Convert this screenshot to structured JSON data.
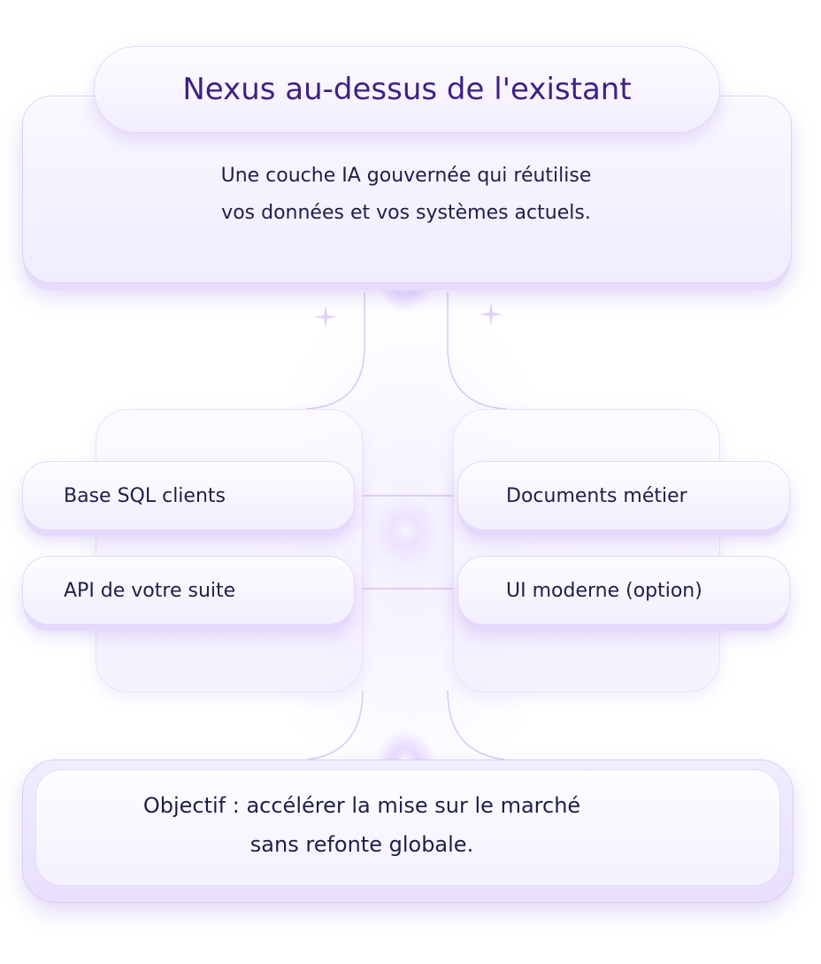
{
  "diagram": {
    "title": "Nexus au-dessus de l'existant",
    "description": [
      "Une couche IA gouvernée qui réutilise",
      "vos données et vos systèmes actuels."
    ],
    "sources": [
      "Base SQL clients",
      "Documents métier",
      "API de votre suite",
      "UI moderne (option)"
    ],
    "goal": [
      "Objectif : accélérer la mise sur le marché",
      "sans refonte globale."
    ]
  },
  "colors": {
    "title": "#3f1f84",
    "text": "#1c1f4a",
    "accent": "#b79cf5",
    "card_border": "#ddd2f8"
  }
}
